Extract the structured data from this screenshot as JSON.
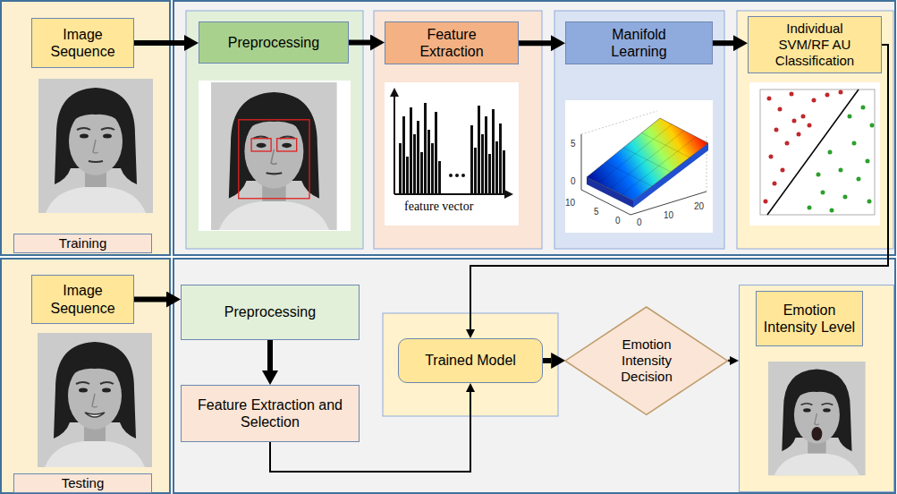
{
  "diagram": {
    "nodes": [
      {
        "text": [
          "Image Sequence"
        ]
      },
      {
        "text": [
          "Training"
        ]
      },
      {
        "text": [
          "Preprocessing"
        ]
      },
      {
        "text": [
          "Feature Extraction"
        ]
      },
      {
        "text": [
          "Manifold Learning"
        ]
      },
      {
        "text": [
          "Individual SVM/RF AU Classification"
        ]
      },
      {
        "text": [
          "Image Sequence"
        ]
      },
      {
        "text": [
          "Testing"
        ]
      },
      {
        "text": [
          "Preprocessing"
        ]
      },
      {
        "text": [
          "Feature Extraction and Selection"
        ]
      },
      {
        "text": [
          "Trained Model"
        ]
      },
      {
        "text": [
          "Emotion Intensity Decision"
        ]
      },
      {
        "text": [
          "Emotion Intensity Level"
        ]
      }
    ],
    "edges": [
      {
        "from": 0,
        "to": 2,
        "arrow": "to"
      },
      {
        "from": 2,
        "to": 3,
        "arrow": "to"
      },
      {
        "from": 3,
        "to": 4,
        "arrow": "to"
      },
      {
        "from": 4,
        "to": 5,
        "arrow": "to"
      },
      {
        "from": 5,
        "to": 10,
        "arrow": "to"
      },
      {
        "from": 6,
        "to": 8,
        "arrow": "to"
      },
      {
        "from": 8,
        "to": 9,
        "arrow": "to"
      },
      {
        "from": 9,
        "to": 10,
        "arrow": "to"
      },
      {
        "from": 10,
        "to": 11,
        "arrow": "to"
      },
      {
        "from": 11,
        "to": 12,
        "arrow": "to"
      }
    ],
    "labels": [
      "feature vector",
      "5",
      "0",
      "10",
      "5",
      "0",
      "0",
      "10",
      "20"
    ]
  }
}
